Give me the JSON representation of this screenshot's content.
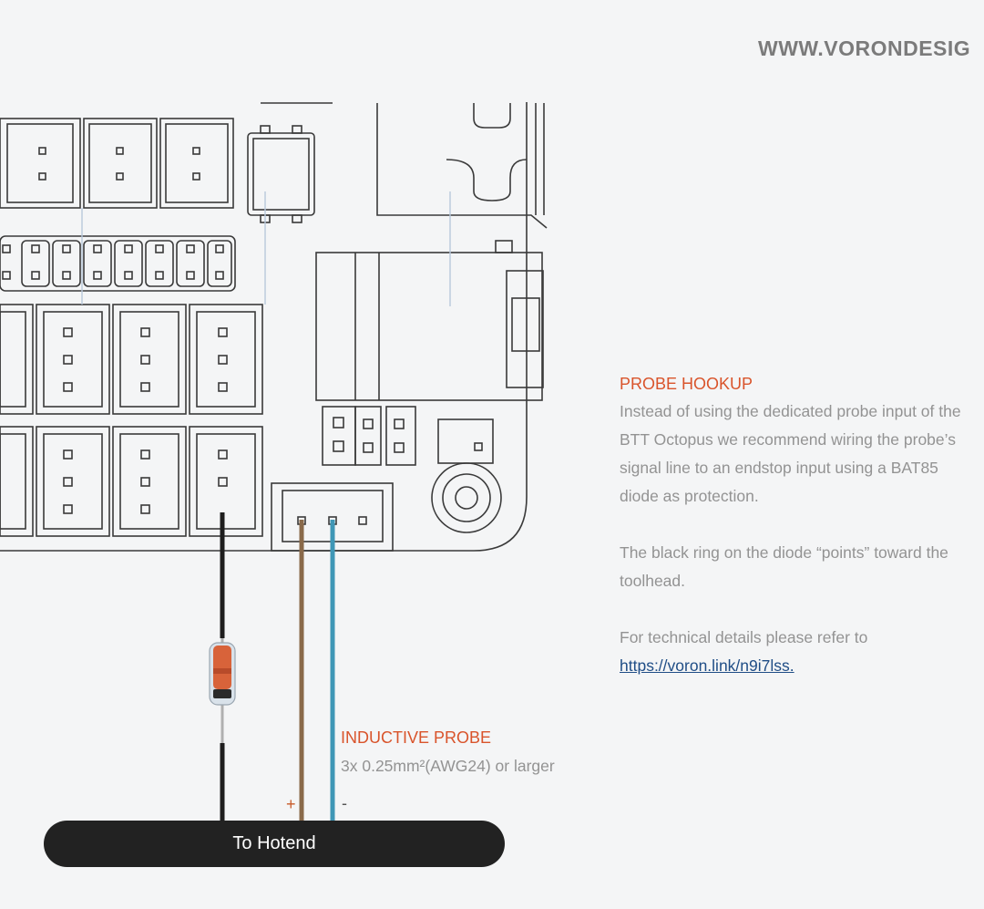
{
  "header": {
    "url": "WWW.VORONDESIG"
  },
  "info": {
    "title": "PROBE HOOKUP",
    "para1": "Instead of using the dedicated probe input of the BTT Octopus we recommend wiring the probe’s signal line to an endstop input using a BAT85 diode as protection.",
    "para2": "The black ring on the diode “points” toward the toolhead.",
    "para3_prefix": "For technical details please refer to ",
    "link": "https://voron.link/n9i7lss."
  },
  "probe": {
    "title": "INDUCTIVE PROBE",
    "spec": "3x 0.25mm²(AWG24) or larger",
    "plus": "+",
    "minus": "-"
  },
  "footer": {
    "bar_label": "To Hotend"
  },
  "colors": {
    "accent": "#d9542b",
    "wire_brown": "#8a6a4a",
    "wire_blue": "#3f97b6",
    "wire_black": "#1e1e1e",
    "bar": "#222222",
    "link": "#1f4d86"
  }
}
